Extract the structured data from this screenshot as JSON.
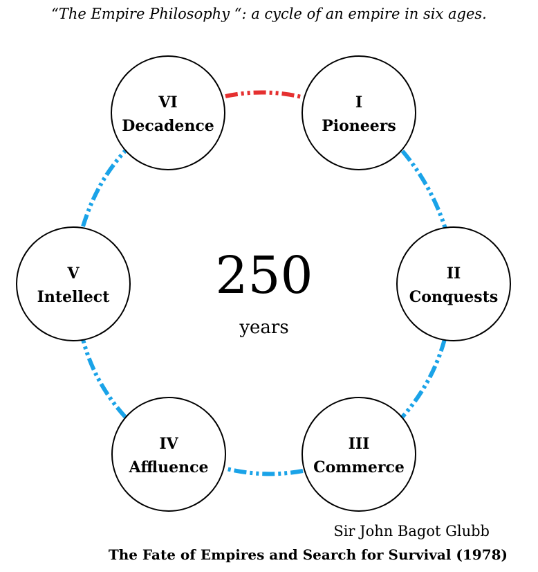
{
  "caption": "“The Empire Philosophy “: a cycle of an empire in six ages.",
  "center": {
    "number": "250",
    "unit": "years"
  },
  "ages": [
    {
      "numeral": "I",
      "name": "Pioneers"
    },
    {
      "numeral": "II",
      "name": "Conquests"
    },
    {
      "numeral": "III",
      "name": "Commerce"
    },
    {
      "numeral": "IV",
      "name": "Affluence"
    },
    {
      "numeral": "V",
      "name": "Intellect"
    },
    {
      "numeral": "VI",
      "name": "Decadence"
    }
  ],
  "connectors": [
    {
      "from": "I",
      "to": "II",
      "color": "#1aa3e8"
    },
    {
      "from": "II",
      "to": "III",
      "color": "#1aa3e8"
    },
    {
      "from": "III",
      "to": "IV",
      "color": "#1aa3e8"
    },
    {
      "from": "IV",
      "to": "V",
      "color": "#1aa3e8"
    },
    {
      "from": "V",
      "to": "VI",
      "color": "#1aa3e8"
    },
    {
      "from": "VI",
      "to": "I",
      "color": "#e53030"
    }
  ],
  "author": "Sir John Bagot Glubb",
  "book_title": "The Fate of Empires and Search for Survival (1978)"
}
